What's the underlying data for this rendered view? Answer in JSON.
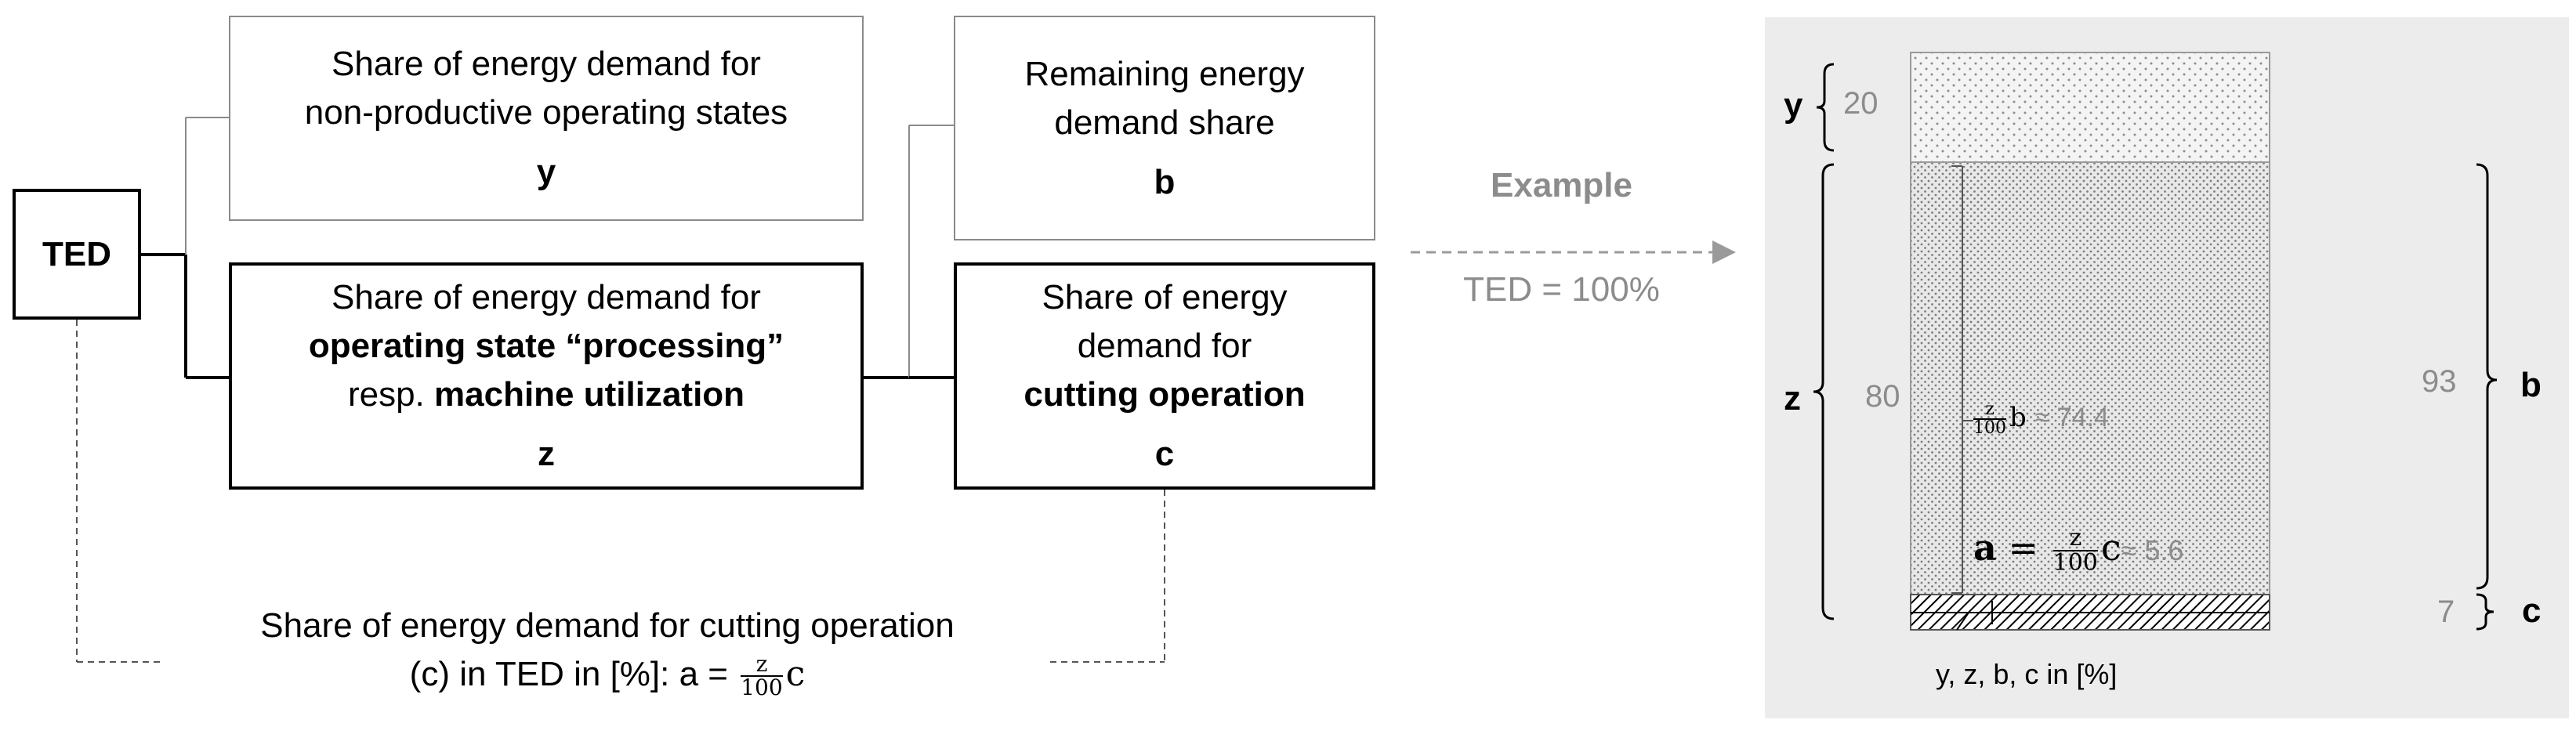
{
  "ted": {
    "label": "TED"
  },
  "box_y": {
    "line1": "Share of energy demand for",
    "line2": "non-productive operating states",
    "var": "y"
  },
  "box_b": {
    "line1": "Remaining energy",
    "line2": "demand share",
    "var": "b"
  },
  "box_z": {
    "line1": "Share of energy demand for",
    "line2": "operating state “processing”",
    "line3_pre": "resp. ",
    "line3_bold": "machine utilization",
    "var": "z"
  },
  "box_c": {
    "line1": "Share of energy",
    "line2": "demand for",
    "line3": "cutting operation",
    "var": "c"
  },
  "formula": {
    "line1": "Share of energy demand for cutting operation",
    "line2_pre": "(c) in TED in [%]: a = ",
    "frac_num": "z",
    "frac_den": "100",
    "frac_suffix": "c"
  },
  "example": {
    "label": "Example",
    "sub": "TED = 100%"
  },
  "panel": {
    "y_letter": "y",
    "y_value": "20",
    "z_letter": "z",
    "z_value": "80",
    "b_letter": "b",
    "b_value": "93",
    "c_letter": "c",
    "c_value": "7",
    "zb_num": "z",
    "zb_den": "100",
    "zb_var": "b",
    "zb_result": "≈ 74.4",
    "a_var": "a",
    "a_eq": "=",
    "a_num": "z",
    "a_den": "100",
    "a_c": "c",
    "a_result": "≈ 5.6",
    "units_note": "y, z, b, c in [%]"
  },
  "colors": {
    "panel_bg": "#ececec",
    "gray_text": "#8c8c8c",
    "thin_border": "#8a8a8a",
    "arrow": "#9a9a9a"
  }
}
